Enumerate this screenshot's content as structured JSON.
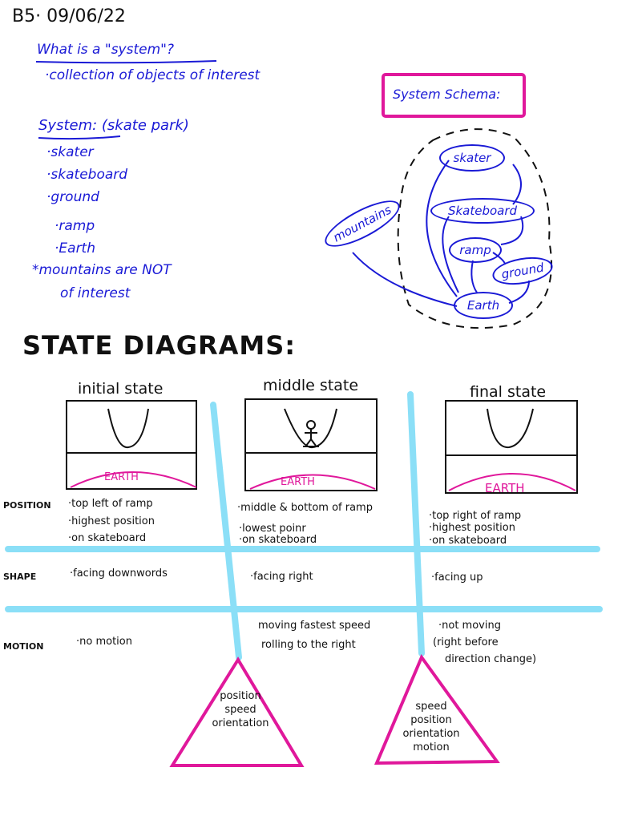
{
  "header": {
    "date": "B5· 09/06/22"
  },
  "notes": {
    "question": "What is a \"system\"?",
    "definition": "·collection of objects of interest",
    "system_title": "System: (skate park)",
    "items": [
      "·skater",
      "·skateboard",
      "·ground",
      "·ramp",
      "·Earth"
    ],
    "note_line1": "*mountains are NOT",
    "note_line2": "of interest"
  },
  "schema": {
    "title": "System Schema:",
    "nodes": [
      "skater",
      "Skateboard",
      "ramp",
      "ground",
      "Earth",
      "mountains"
    ]
  },
  "state_diagrams": {
    "title": "STATE DIAGRAMS:",
    "earth_label": "EARTH",
    "columns": [
      {
        "title": "initial state",
        "position": [
          "·top left of ramp",
          "·highest position",
          "·on skateboard"
        ],
        "shape": "·facing downwords",
        "motion": [
          "·no motion"
        ]
      },
      {
        "title": "middle state",
        "position": [
          "·middle & bottom of ramp",
          "·lowest poinr",
          "·on skateboard"
        ],
        "shape": "·facing right",
        "motion": [
          "moving fastest speed",
          "rolling to the right"
        ]
      },
      {
        "title": "final state",
        "position": [
          "·top right of ramp",
          "·highest position",
          "·on skateboard"
        ],
        "shape": "·facing up",
        "motion": [
          "·not moving",
          "(right before",
          "direction change)"
        ]
      }
    ],
    "row_labels": [
      "POSITION",
      "SHAPE",
      "MOTION"
    ],
    "triangles": [
      [
        "position",
        "speed",
        "orientation"
      ],
      [
        "speed",
        "position",
        "orientation",
        "motion"
      ]
    ]
  },
  "colors": {
    "blue_ink": "#1a1ad6",
    "pink": "#e0189b",
    "cyan": "#7fdcf7"
  }
}
